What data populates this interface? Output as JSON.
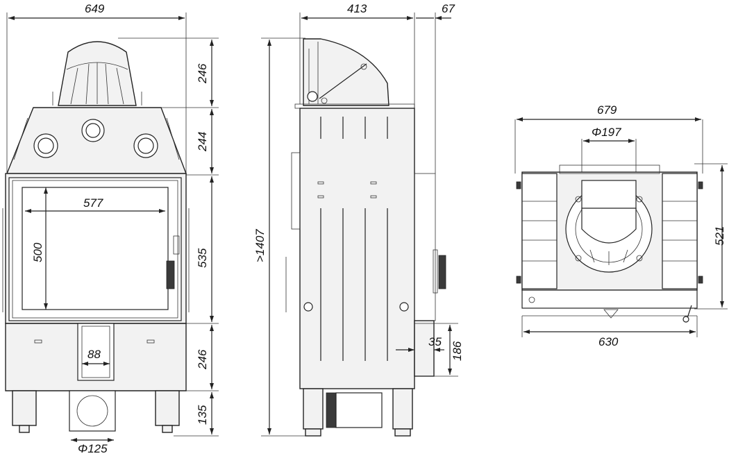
{
  "front": {
    "width": "649",
    "h_top": "246",
    "h_hood": "244",
    "h_door": "535",
    "h_base": "246",
    "h_legs": "135",
    "glass_w": "577",
    "glass_h": "500",
    "duct_w": "88",
    "flue": "Φ125"
  },
  "side": {
    "depth": "413",
    "offset": "67",
    "total_h": ">1407",
    "intake_w": "35",
    "intake_h": "186"
  },
  "top": {
    "outer_w": "679",
    "flue_d": "Φ197",
    "inner_w": "630",
    "depth": "521"
  },
  "colors": {
    "line": "#222222",
    "fill": "#f2f2f2",
    "dark": "#3a3a3a"
  }
}
